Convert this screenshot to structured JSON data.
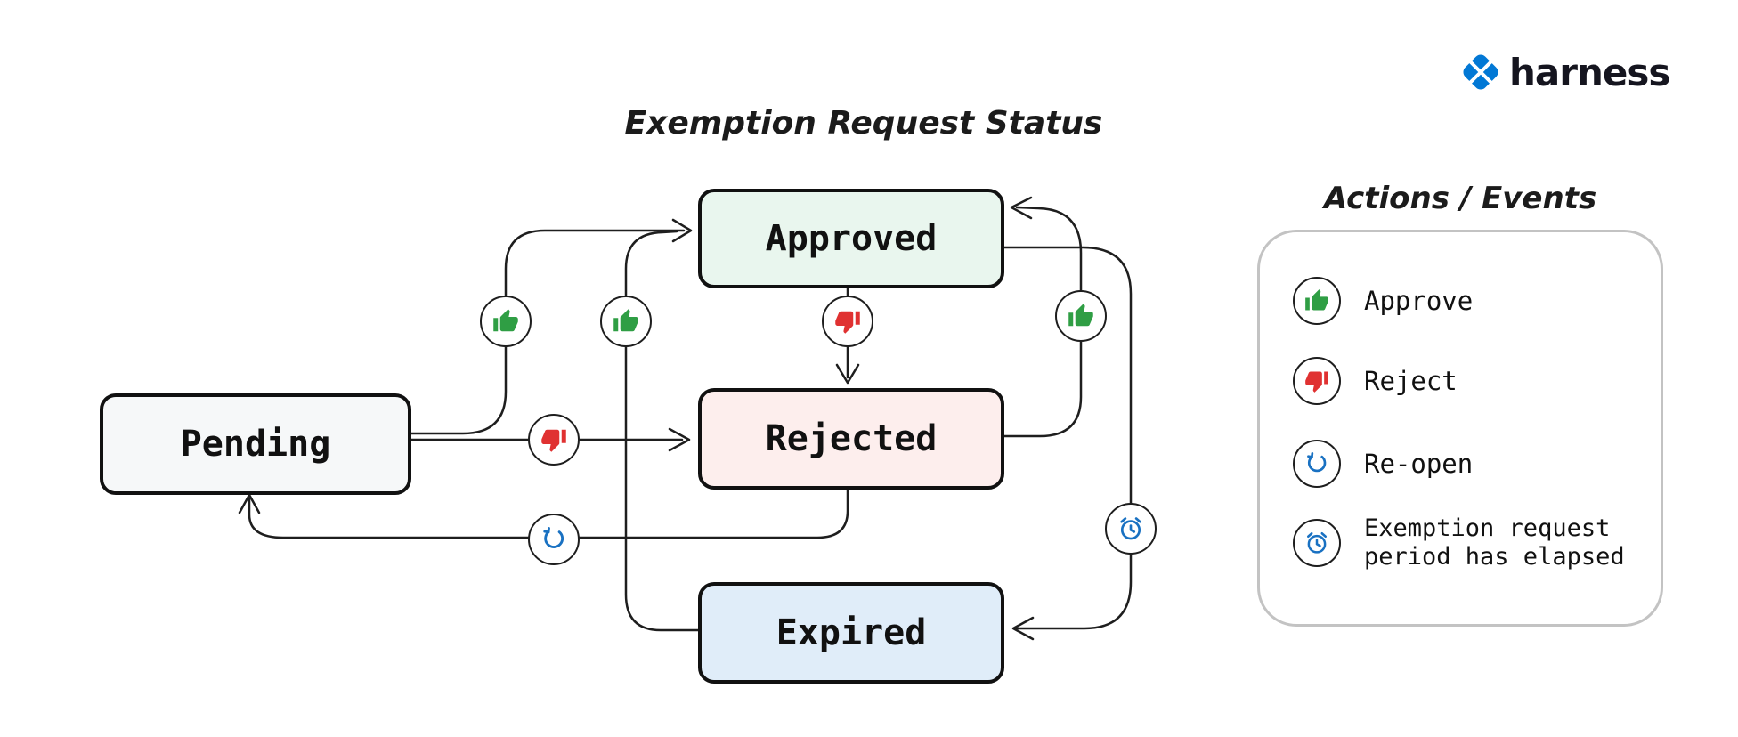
{
  "brand": {
    "name": "harness"
  },
  "diagram": {
    "title": "Exemption Request Status",
    "states": [
      {
        "id": "pending",
        "label": "Pending",
        "fill": "#f6f8f9"
      },
      {
        "id": "approved",
        "label": "Approved",
        "fill": "#e9f6ee"
      },
      {
        "id": "rejected",
        "label": "Rejected",
        "fill": "#fdeeed"
      },
      {
        "id": "expired",
        "label": "Expired",
        "fill": "#e0edf9"
      }
    ],
    "transitions": [
      {
        "from": "Pending",
        "to": "Approved",
        "action": "Approve"
      },
      {
        "from": "Pending",
        "to": "Rejected",
        "action": "Reject"
      },
      {
        "from": "Approved",
        "to": "Rejected",
        "action": "Reject"
      },
      {
        "from": "Rejected",
        "to": "Approved",
        "action": "Approve"
      },
      {
        "from": "Expired",
        "to": "Approved",
        "action": "Approve"
      },
      {
        "from": "Approved",
        "to": "Expired",
        "action": "Exemption request period has elapsed"
      },
      {
        "from": "Rejected",
        "to": "Pending",
        "action": "Re-open"
      }
    ]
  },
  "legend": {
    "title": "Actions / Events",
    "items": [
      {
        "icon": "thumbs-up-icon",
        "label": "Approve",
        "color": "#2f9e44"
      },
      {
        "icon": "thumbs-down-icon",
        "label": "Reject",
        "color": "#e03131"
      },
      {
        "icon": "reopen-icon",
        "label": "Re-open",
        "color": "#1971c2"
      },
      {
        "icon": "alarm-clock-icon",
        "label": "Exemption request period has elapsed",
        "color": "#1971c2"
      }
    ]
  },
  "colors": {
    "line": "#1e1e1e",
    "brand_blue": "#0278d5",
    "legend_border": "#c3c3c3"
  }
}
